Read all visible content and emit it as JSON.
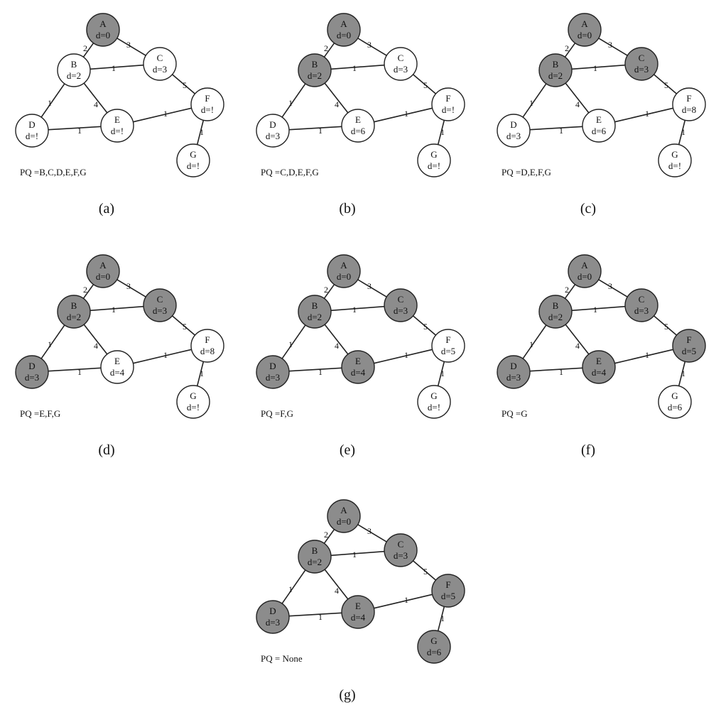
{
  "colors": {
    "visited": "#8c8c8c",
    "unvisited": "#ffffff",
    "stroke": "#222222",
    "edge": "#222222"
  },
  "graph": {
    "nodes": [
      "A",
      "B",
      "C",
      "D",
      "E",
      "F",
      "G"
    ],
    "edges": [
      {
        "from": "A",
        "to": "B",
        "weight": "2"
      },
      {
        "from": "A",
        "to": "C",
        "weight": "3"
      },
      {
        "from": "B",
        "to": "C",
        "weight": "1"
      },
      {
        "from": "B",
        "to": "D",
        "weight": "1"
      },
      {
        "from": "B",
        "to": "E",
        "weight": "4"
      },
      {
        "from": "C",
        "to": "F",
        "weight": "5"
      },
      {
        "from": "D",
        "to": "E",
        "weight": "1"
      },
      {
        "from": "E",
        "to": "F",
        "weight": "1"
      },
      {
        "from": "F",
        "to": "G",
        "weight": "1"
      }
    ]
  },
  "panels": [
    {
      "label": "(a)",
      "pq": "PQ =B,C,D,E,F,G",
      "distances": {
        "A": "d=0",
        "B": "d=2",
        "C": "d=3",
        "D": "d=!",
        "E": "d=!",
        "F": "d=!",
        "G": "d=!"
      },
      "visited": [
        "A"
      ]
    },
    {
      "label": "(b)",
      "pq": "PQ =C,D,E,F,G",
      "distances": {
        "A": "d=0",
        "B": "d=2",
        "C": "d=3",
        "D": "d=3",
        "E": "d=6",
        "F": "d=!",
        "G": "d=!"
      },
      "visited": [
        "A",
        "B"
      ]
    },
    {
      "label": "(c)",
      "pq": "PQ =D,E,F,G",
      "distances": {
        "A": "d=0",
        "B": "d=2",
        "C": "d=3",
        "D": "d=3",
        "E": "d=6",
        "F": "d=8",
        "G": "d=!"
      },
      "visited": [
        "A",
        "B",
        "C"
      ]
    },
    {
      "label": "(d)",
      "pq": "PQ =E,F,G",
      "distances": {
        "A": "d=0",
        "B": "d=2",
        "C": "d=3",
        "D": "d=3",
        "E": "d=4",
        "F": "d=8",
        "G": "d=!"
      },
      "visited": [
        "A",
        "B",
        "C",
        "D"
      ]
    },
    {
      "label": "(e)",
      "pq": "PQ =F,G",
      "distances": {
        "A": "d=0",
        "B": "d=2",
        "C": "d=3",
        "D": "d=3",
        "E": "d=4",
        "F": "d=5",
        "G": "d=!"
      },
      "visited": [
        "A",
        "B",
        "C",
        "D",
        "E"
      ]
    },
    {
      "label": "(f)",
      "pq": "PQ =G",
      "distances": {
        "A": "d=0",
        "B": "d=2",
        "C": "d=3",
        "D": "d=3",
        "E": "d=4",
        "F": "d=5",
        "G": "d=6"
      },
      "visited": [
        "A",
        "B",
        "C",
        "D",
        "E",
        "F"
      ]
    },
    {
      "label": "(g)",
      "pq": "PQ = None",
      "distances": {
        "A": "d=0",
        "B": "d=2",
        "C": "d=3",
        "D": "d=3",
        "E": "d=4",
        "F": "d=5",
        "G": "d=6"
      },
      "visited": [
        "A",
        "B",
        "C",
        "D",
        "E",
        "F",
        "G"
      ]
    }
  ]
}
